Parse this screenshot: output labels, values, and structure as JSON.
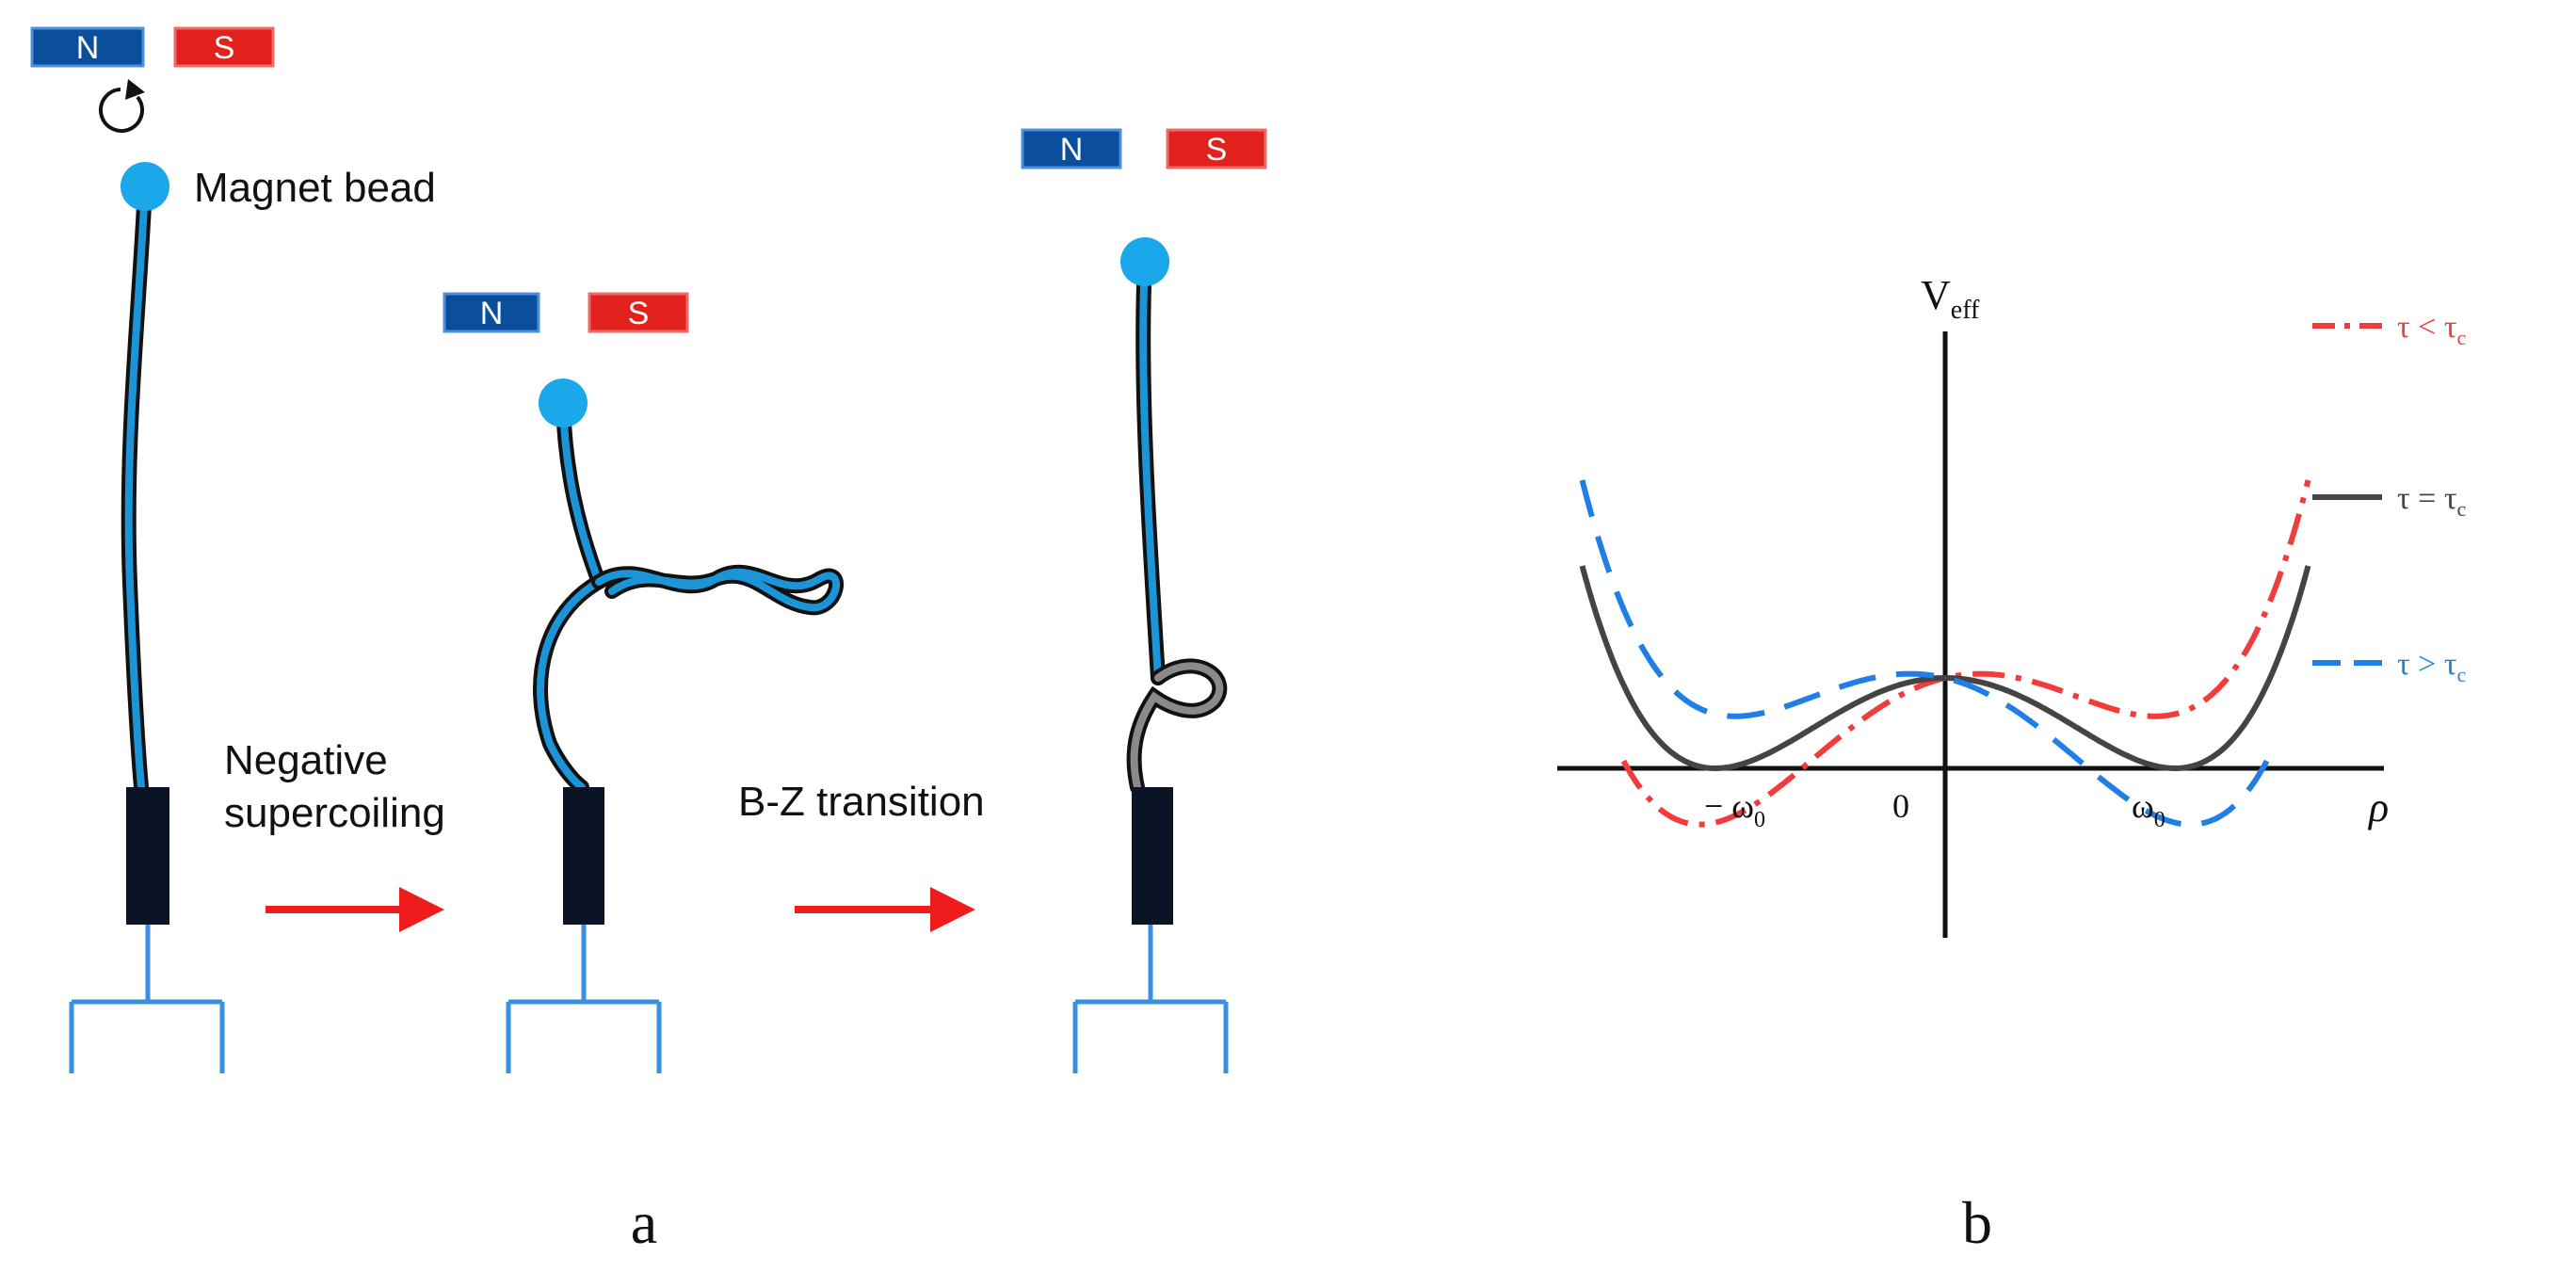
{
  "colors": {
    "north": "#0b4f9c",
    "south": "#e2211c",
    "bead": "#1ba8ea",
    "dna": "#1b95d8",
    "zdna": "#8a8a8a",
    "anchor": "#0b1424",
    "surface": "#3a8fe0",
    "arrow": "#ee1c1c",
    "red_curve": "#f23b3b",
    "black_curve": "#444444",
    "blue_curve": "#1f7fe6"
  },
  "magnets": {
    "north": "N",
    "south": "S"
  },
  "labels": {
    "bead": "Magnet bead",
    "step1_line1": "Negative",
    "step1_line2": "supercoiling",
    "step2": "B-Z transition",
    "panel_a": "a",
    "panel_b": "b"
  },
  "icons": {
    "rotation": "rotation-arrow-icon"
  },
  "chart_data": {
    "type": "line",
    "ylabel": "V",
    "ylabel_sub": "eff",
    "xlabel": "ρ",
    "ticks": [
      {
        "main": "− ω",
        "sub": "0"
      },
      {
        "main": "0",
        "sub": ""
      },
      {
        "main": "ω",
        "sub": "0"
      }
    ],
    "legend": [
      {
        "main": "τ < τ",
        "sub": "c",
        "style": "dashdot",
        "color": "#f23b3b"
      },
      {
        "main": "τ = τ",
        "sub": "c",
        "style": "solid",
        "color": "#444444"
      },
      {
        "main": "τ > τ",
        "sub": "c",
        "style": "dashed",
        "color": "#1f7fe6"
      }
    ]
  }
}
